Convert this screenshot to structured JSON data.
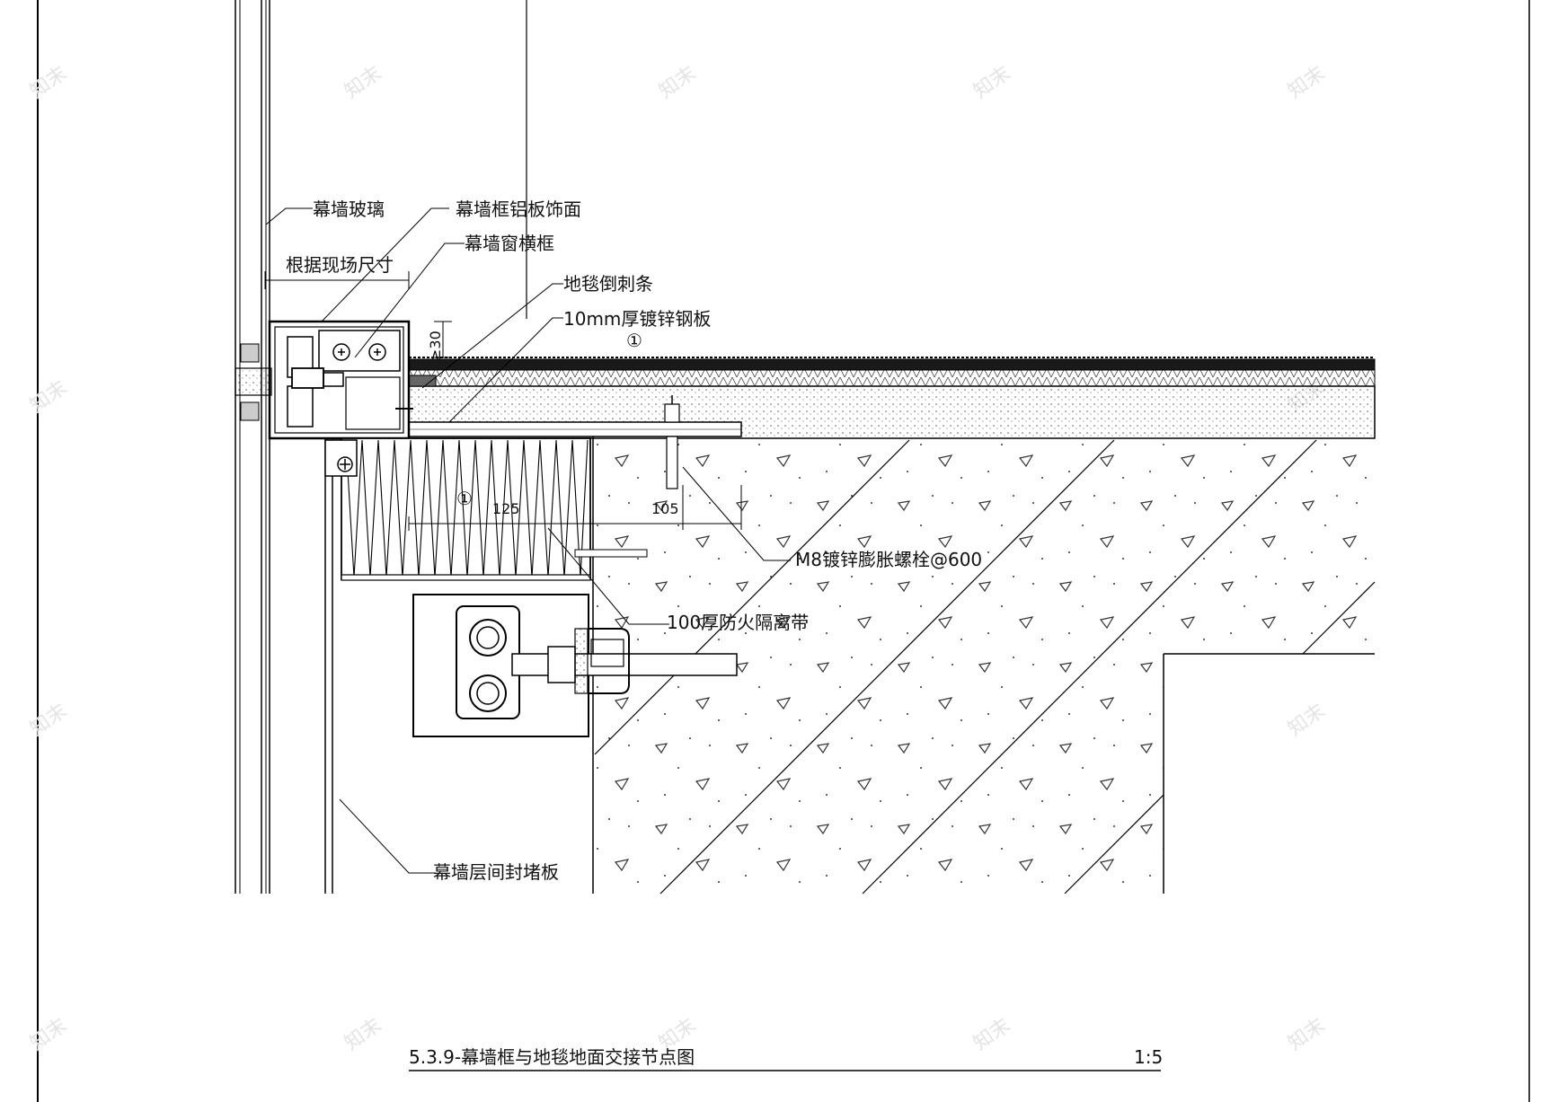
{
  "labels": {
    "glass": "幕墙玻璃",
    "frame_cover": "幕墙框铝板饰面",
    "window_transom": "幕墙窗横框",
    "site_dim": "根据现场尺寸",
    "carpet_gripper": "地毯倒刺条",
    "steel_plate": "10mm厚镀锌钢板",
    "anchor_bolt": "M8镀锌膨胀螺栓@600",
    "fire_barrier": "100厚防火隔离带",
    "sealing_board": "幕墙层间封堵板"
  },
  "dimensions": {
    "gap": "≥30",
    "insulation_width": "125",
    "bolt_offset": "105"
  },
  "markers": {
    "ref_top": "①",
    "ref_insulation": "①"
  },
  "title_block": {
    "title": "5.3.9-幕墙框与地毯地面交接节点图",
    "scale": "1:5"
  },
  "watermark": "知末"
}
